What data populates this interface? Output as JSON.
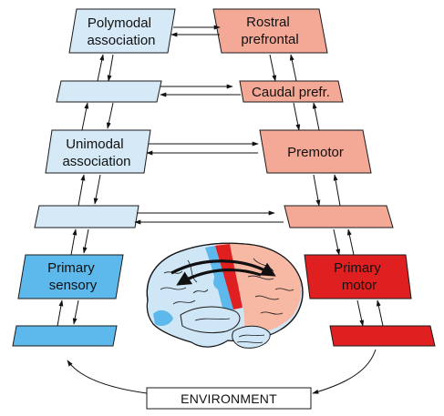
{
  "colors": {
    "sensory_light": "#d5e9f7",
    "sensory_mid": "#c9e3f5",
    "sensory_primary": "#5db8ec",
    "motor_light": "#f4a996",
    "motor_mid": "#f2a08b",
    "motor_primary": "#e02020",
    "brain_fill": "#cfe6f6",
    "brain_motor_fill": "#f7b8a4"
  },
  "nodes": {
    "polymodal_association": [
      "Polymodal",
      "association"
    ],
    "rostral_prefrontal": [
      "Rostral",
      "prefrontal"
    ],
    "caudal_prefrontal": "Caudal prefr.",
    "unimodal_association": [
      "Unimodal",
      "association"
    ],
    "premotor": "Premotor",
    "primary_sensory": [
      "Primary",
      "sensory"
    ],
    "primary_motor": [
      "Primary",
      "motor"
    ],
    "environment": "ENVIRONMENT"
  },
  "icons": {
    "brain": "brain-illustration-icon"
  }
}
